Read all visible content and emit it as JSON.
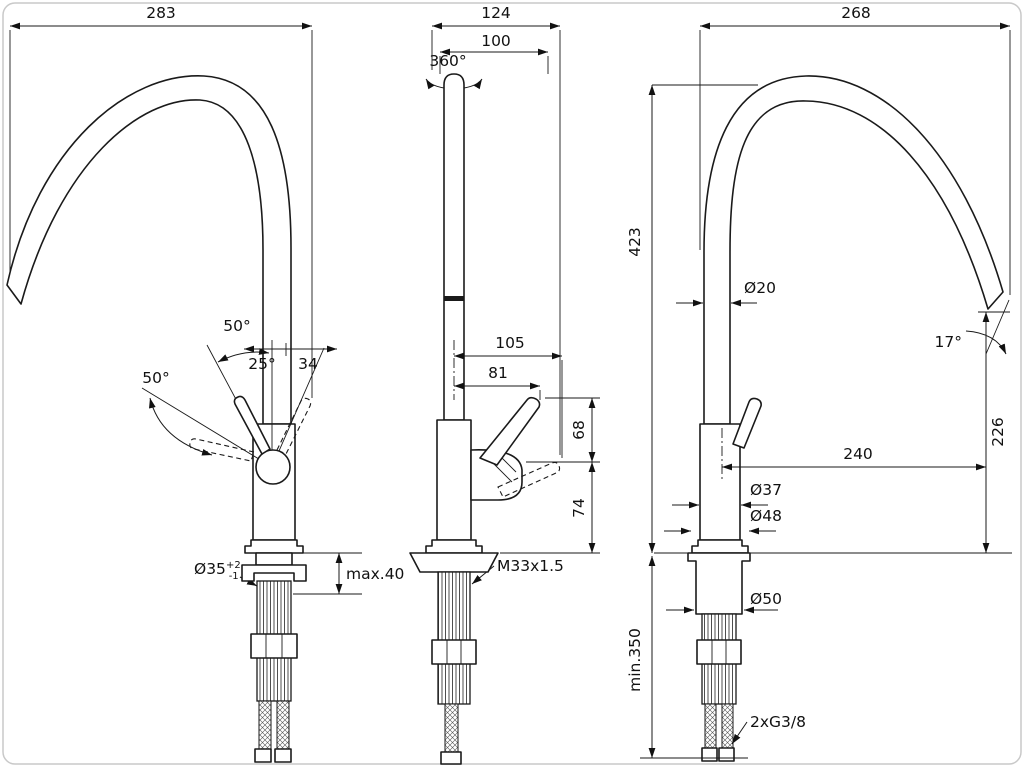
{
  "drawing": {
    "views": {
      "side_left": {
        "overall_width": "283",
        "handle_angle_open": "50°",
        "handle_angle_tilt": "25°",
        "handle_offset": "34",
        "handle_swing_angle": "50°",
        "hole_diameter": "Ø35",
        "hole_tolerance_plus": "+2",
        "hole_tolerance_minus": "-1",
        "deck_thickness": "max.40"
      },
      "front": {
        "overall_depth": "124",
        "spout_reach_top": "100",
        "swivel_angle": "360°",
        "handle_reach": "105",
        "handle_reach_inner": "81",
        "handle_height": "68",
        "body_height": "74",
        "thread_spec": "M33x1.5"
      },
      "side_right": {
        "overall_reach": "268",
        "overall_height": "423",
        "spout_tube_diameter": "Ø20",
        "outlet_angle": "17°",
        "outlet_height": "226",
        "spout_reach": "240",
        "body_diameter": "Ø37",
        "base_diameter": "Ø48",
        "escutcheon_diameter": "Ø50",
        "clearance_below": "min.350",
        "hose_connection": "2xG3/8"
      }
    }
  }
}
